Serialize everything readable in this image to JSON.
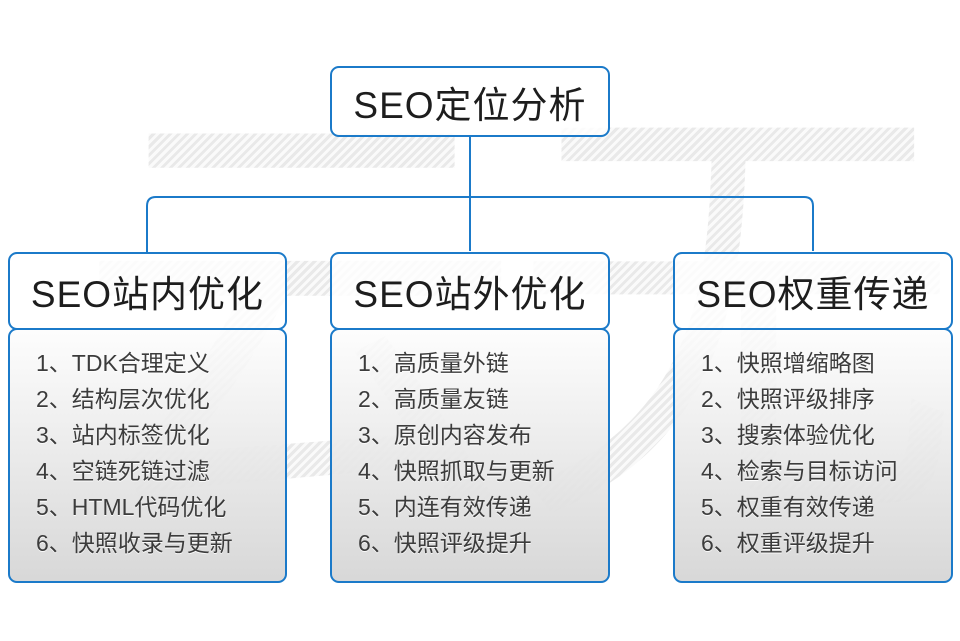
{
  "root": {
    "title": "SEO定位分析"
  },
  "columns": [
    {
      "title": "SEO站内优化",
      "items": [
        "1、TDK合理定义",
        "2、结构层次优化",
        "3、站内标签优化",
        "4、空链死链过滤",
        "5、HTML代码优化",
        "6、快照收录与更新"
      ]
    },
    {
      "title": "SEO站外优化",
      "items": [
        "1、高质量外链",
        "2、高质量友链",
        "3、原创内容发布",
        "4、快照抓取与更新",
        "5、内连有效传递",
        "6、快照评级提升"
      ]
    },
    {
      "title": "SEO权重传递",
      "items": [
        "1、快照增缩略图",
        "2、快照评级排序",
        "3、搜索体验优化",
        "4、检索与目标访问",
        "5、权重有效传递",
        "6、权重评级提升"
      ]
    }
  ],
  "watermark": {
    "text": "云无限"
  },
  "colors": {
    "accent_blue": "#1b7ac9",
    "watermark_gray": "#efefef",
    "body_gradient_top": "#fdfdfd",
    "body_gradient_bottom": "#d6d6d6",
    "title_text": "#1d1d1d",
    "list_text": "#3c3c3c"
  }
}
